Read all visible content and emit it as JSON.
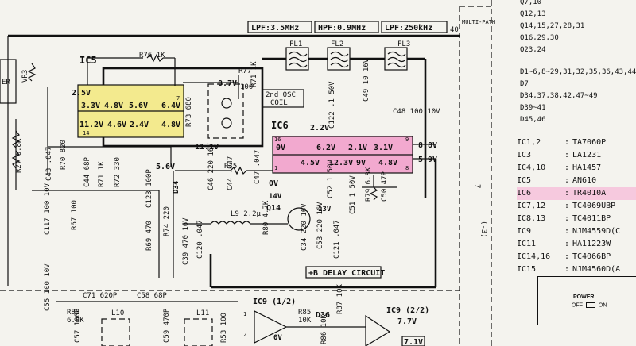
{
  "labels": {
    "lpf": "LPF:3.5MHz",
    "hpf": "HPF:0.9MHz",
    "lpf2": "LPF:250kHz",
    "multipath": "MULTI-PATH",
    "pin40": "40",
    "left_stub": "ER",
    "vr3": "VR3",
    "r27": "R27 6.8K",
    "ic5": "IC5",
    "ic6": "IC6",
    "r73": "R73 680",
    "r76": "R76 1K",
    "r77": "R77",
    "r77_val": "100",
    "osc1": "2nd OSC",
    "osc2": "COIL",
    "r71": "R71 1K",
    "fl1": "FL1",
    "fl2": "FL2",
    "fl3": "FL3",
    "c49": "C49 10 16V",
    "c122": "C122 .1 50V",
    "c48": "C48 100 10V",
    "r75": "R75",
    "d34": "D34",
    "c46": "C46 220 16V",
    "c44": "C44 .047",
    "c47": "C47 .047",
    "q14": "Q14",
    "v14": "14V",
    "v13": "13V",
    "l9": "L9 2.2μ",
    "r80": "R80 4.7K",
    "c34": "C34 220 16V",
    "c53": "C53 220 16V",
    "c121": "C121 .047",
    "delay": "+B DELAY CIRCUIT",
    "c43": "C43 .047",
    "r70": "R70 820",
    "c44b": "C44 68P",
    "r71b": "R71 1K",
    "r72": "R72 330",
    "c123": "C123 100P",
    "r69": "R69 470",
    "r74": "R74 220",
    "c39": "C39 470 16V",
    "c120": "C120 .047",
    "c117": "C117 100 10V",
    "r67": "R67 100",
    "c52": "C52 1 50V",
    "c51": "C51 1 50V",
    "r79": "R79 6.8K",
    "c50": "C50 47P",
    "c55": "C55 100 10V",
    "c71": "C71 620P",
    "c58": "C58 68P",
    "r83": "R83",
    "r83_val": "6.8K",
    "l10": "L10",
    "l11": "L11",
    "c57": "C57 100P",
    "c59": "C59 470P",
    "r53": "R53 100",
    "ic9a": "IC9 (1/2)",
    "ic9a_0v": "0V",
    "ic9a_pin1": "1",
    "ic9a_pin2": "2",
    "r85": "R85",
    "r85_val": "10K",
    "d36": "D36",
    "r87": "R87 10K",
    "r86": "R86 10K",
    "ic9b": "IC9 (2/2)",
    "ic9b_v": "7.7V",
    "ic9b_v2": "7.1V",
    "pin7": "7",
    "arrow": "(-3)"
  },
  "ic5": {
    "v_top_left": "2.5V",
    "v1": "3.3V",
    "v2": "4.8V",
    "v3": "5.6V",
    "v4": "6.4V",
    "v5": "11.2V",
    "v6": "4.6V",
    "v7": "2.4V",
    "v8": "4.8V",
    "pin14": "14",
    "pin7": "7",
    "v_87": "8.7V",
    "v_111": "11.1V",
    "v_56": "5.6V"
  },
  "ic6": {
    "v1": "0V",
    "v2": "6.2V",
    "v3": "2.1V",
    "v4": "3.1V",
    "v5": "4.5V",
    "v6": "12.3V",
    "v7": "9V",
    "v8": "4.8V",
    "v_22": "2.2V",
    "v_88": "8.8V",
    "v_59": "5.9V",
    "v_0b": "0V",
    "pin16": "16",
    "pin1": "1",
    "pin9": "9",
    "pin8": "8"
  },
  "parts": {
    "q": [
      "Q7,10",
      "Q12,13",
      "Q14,15,27,28,31",
      "Q16,29,30",
      "Q23,24"
    ],
    "d": [
      "D1~6,8~29,31,32,35,36,43,44,",
      "D7",
      "D34,37,38,42,47~49",
      "D39~41",
      "D45,46"
    ]
  },
  "ic_table": [
    {
      "name": "IC1,2",
      "part": "TA7060P",
      "highlight": false
    },
    {
      "name": "IC3",
      "part": "LA1231",
      "highlight": false
    },
    {
      "name": "IC4,10",
      "part": "HA1457",
      "highlight": false
    },
    {
      "name": "IC5",
      "part": "AN610",
      "highlight": false
    },
    {
      "name": "IC6",
      "part": "TR4010A",
      "highlight": true
    },
    {
      "name": "IC7,12",
      "part": "TC4069UBP",
      "highlight": false
    },
    {
      "name": "IC8,13",
      "part": "TC4011BP",
      "highlight": false
    },
    {
      "name": "IC9",
      "part": "NJM4559D(C",
      "highlight": false
    },
    {
      "name": "IC11",
      "part": "HA11223W",
      "highlight": false
    },
    {
      "name": "IC14,16",
      "part": "TC4066BP",
      "highlight": false
    },
    {
      "name": "IC15",
      "part": "NJM4560D(A",
      "highlight": false
    }
  ],
  "power": {
    "label": "POWER",
    "off": "OFF",
    "on": "ON"
  },
  "colors": {
    "ic5_highlight": "#f3ea8e",
    "ic6_highlight": "#f2a9cf",
    "row_highlight": "#f6c9de"
  }
}
